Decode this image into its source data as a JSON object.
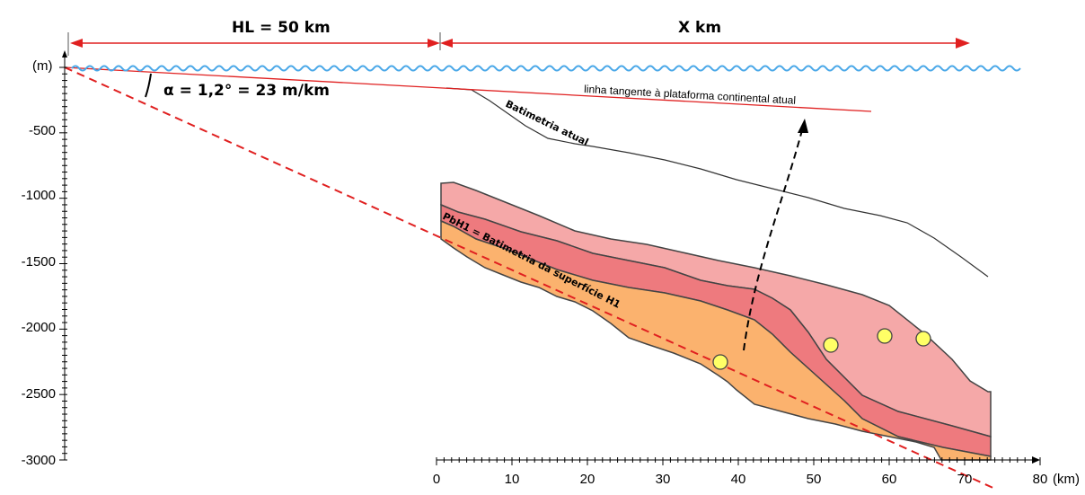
{
  "header": {
    "hl_label": "HL = 50 km",
    "x_label": "X km"
  },
  "axes": {
    "y_unit": "(m)",
    "x_unit": "(km)",
    "y_ticks": [
      "-500",
      "-1000",
      "-1500",
      "-2000",
      "-2500",
      "-3000"
    ],
    "x_ticks": [
      "0",
      "10",
      "20",
      "30",
      "40",
      "50",
      "60",
      "70",
      "80"
    ]
  },
  "annotations": {
    "alpha": "α = 1,2° = 23 m/km",
    "tangent_line": "linha tangente à plataforma continental atual",
    "bathymetry_current": "Batimetria atual",
    "pbh1": "PbH1 = Batimetria da superfície H1"
  },
  "colors": {
    "water": "#4aa8e8",
    "arrow_red": "#e02020",
    "dashed_red": "#e02020",
    "layer_top": "#f5a8a8",
    "layer_mid": "#ee7a7e",
    "layer_bottom": "#fbb26e",
    "well_marker": "#ffff66",
    "outline": "#444444"
  },
  "chart_data": {
    "type": "diagram",
    "y_range_m": [
      -3000,
      0
    ],
    "x_range_km": [
      0,
      80
    ],
    "wells_km": [
      38,
      53,
      60,
      65
    ]
  }
}
